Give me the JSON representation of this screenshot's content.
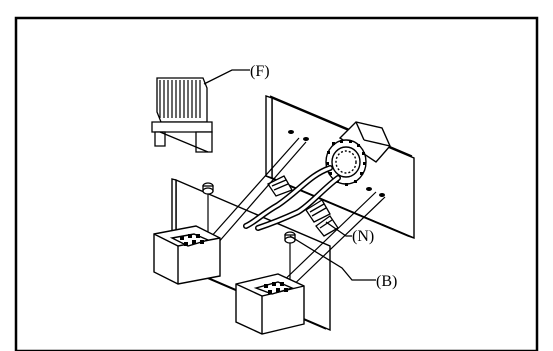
{
  "callouts": {
    "f": "(F)",
    "n": "(N)",
    "b": "(B)"
  }
}
